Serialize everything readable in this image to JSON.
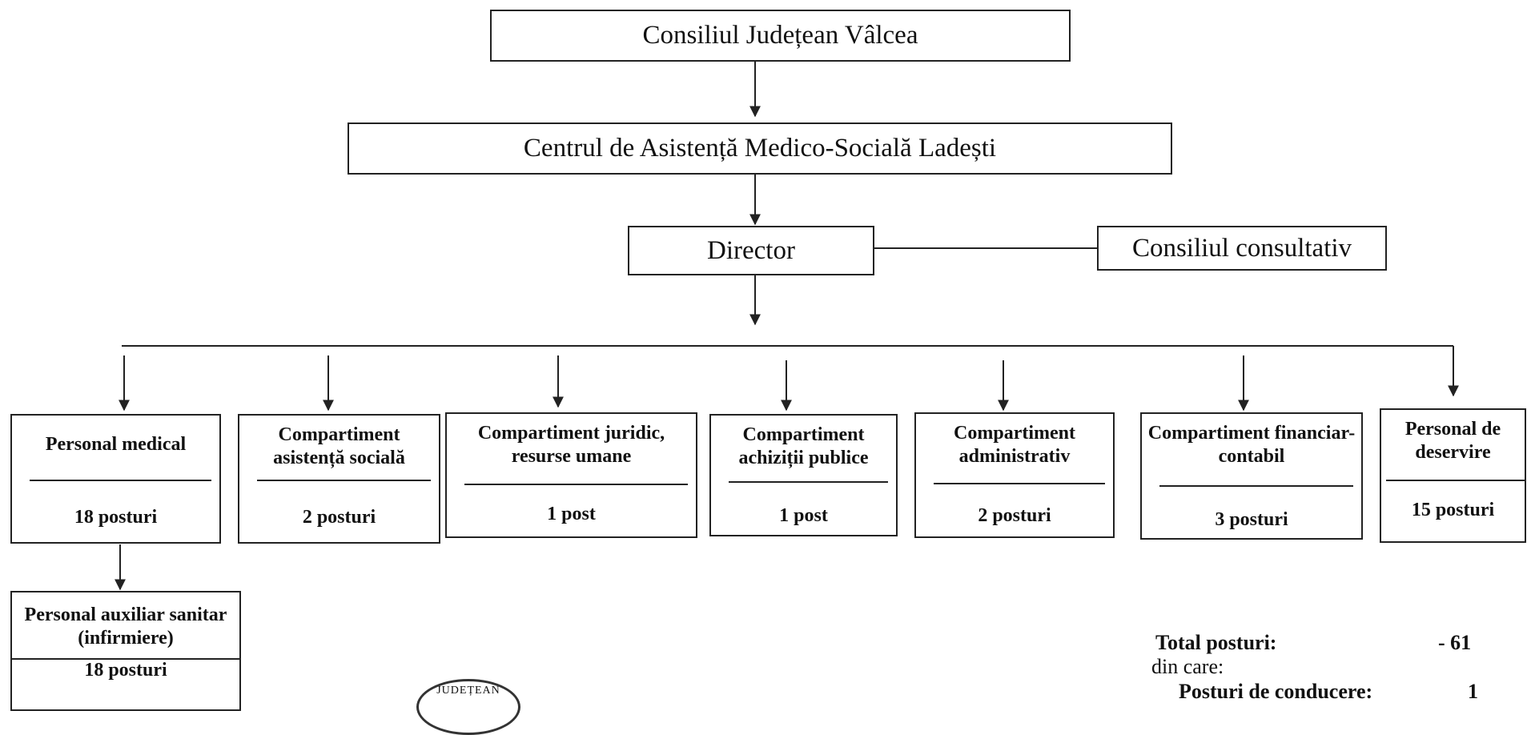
{
  "nodes": {
    "council": "Consiliul Județean Vâlcea",
    "center": "Centrul de Asistență Medico-Socială Ladești",
    "director": "Director",
    "advisory": "Consiliul consultativ"
  },
  "departments": [
    {
      "name": "Personal medical",
      "count": "18 posturi"
    },
    {
      "name": "Compartiment asistență socială",
      "count": "2 posturi"
    },
    {
      "name": "Compartiment juridic, resurse umane",
      "count": "1 post"
    },
    {
      "name": "Compartiment achiziții publice",
      "count": "1 post"
    },
    {
      "name": "Compartiment administrativ",
      "count": "2 posturi"
    },
    {
      "name": "Compartiment financiar-contabil",
      "count": "3 posturi"
    },
    {
      "name": "Personal de deservire",
      "count": "15 posturi"
    }
  ],
  "auxiliary": {
    "name": "Personal auxiliar sanitar (infirmiere)",
    "count": "18 posturi"
  },
  "summary": {
    "total_label": "Total posturi:",
    "total_value": "- 61",
    "of_which": "din care:",
    "leadership_label": "Posturi de conducere:",
    "leadership_value": "1"
  },
  "seal": {
    "text": "JUDEȚEAN"
  }
}
